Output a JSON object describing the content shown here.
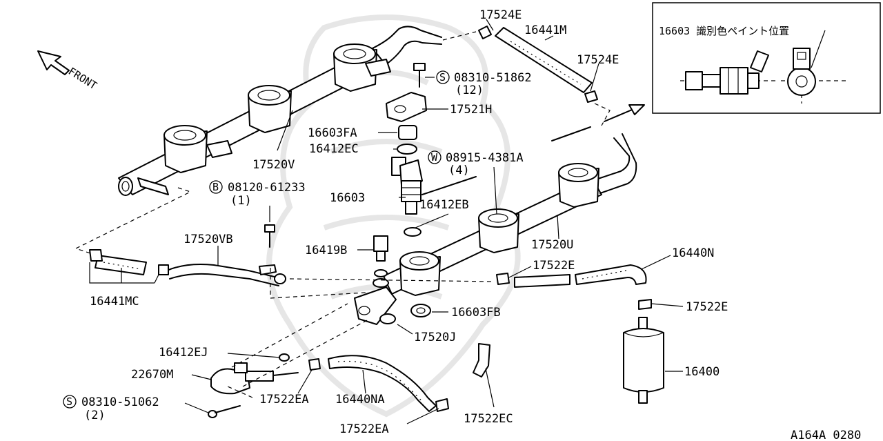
{
  "front_label": "FRONT",
  "inset": {
    "caption": "16603 識別色ペイント位置"
  },
  "drawing_code": "A164A 0280",
  "parts": {
    "p17524E_top": "17524E",
    "p16441M": "16441M",
    "p17524E_right": "17524E",
    "s_08310_51862": "08310-51862",
    "s_08310_51862_qty": "(12)",
    "p17521H": "17521H",
    "p16603FA": "16603FA",
    "p16412EC": "16412EC",
    "w_08915_4381A": "08915-4381A",
    "w_08915_4381A_qty": "(4)",
    "p17520V": "17520V",
    "b_08120_61233": "08120-61233",
    "b_08120_61233_qty": "(1)",
    "p16603": "16603",
    "p16412EB": "16412EB",
    "p17520VB": "17520VB",
    "p16419B": "16419B",
    "p17520U": "17520U",
    "p16440N": "16440N",
    "p17522E_a": "17522E",
    "p17522E_b": "17522E",
    "p16441MC": "16441MC",
    "p16603FB": "16603FB",
    "p17520J": "17520J",
    "p16412EJ": "16412EJ",
    "p22670M": "22670M",
    "p16400": "16400",
    "s_08310_51062": "08310-51062",
    "s_08310_51062_qty": "(2)",
    "p17522EA_a": "17522EA",
    "p16440NA": "16440NA",
    "p17522EA_b": "17522EA",
    "p17522EC": "17522EC"
  },
  "symbols": {
    "s": "S",
    "w": "W",
    "b": "B"
  }
}
